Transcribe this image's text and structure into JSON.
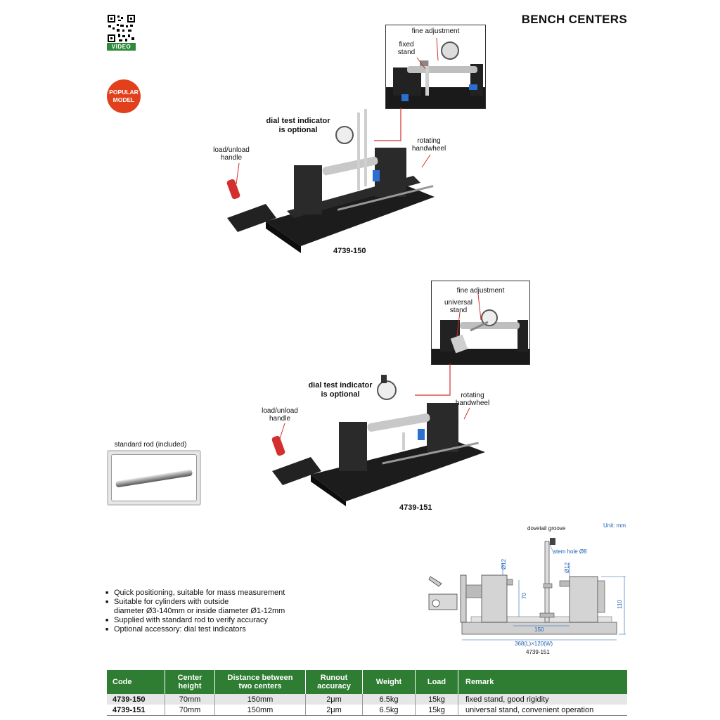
{
  "page_title": "BENCH CENTERS",
  "qr_label": "VIDEO",
  "badge": {
    "line1": "POPULAR",
    "line2": "MODEL"
  },
  "product1": {
    "model": "4739-150",
    "inset_fine_adjustment": "fine adjustment",
    "inset_stand_line1": "fixed",
    "inset_stand_line2": "stand",
    "dial_line1": "dial test indicator",
    "dial_line2": "is optional",
    "handle_line1": "load/unload",
    "handle_line2": "handle",
    "handwheel_line1": "rotating",
    "handwheel_line2": "handwheel"
  },
  "product2": {
    "model": "4739-151",
    "inset_fine_adjustment": "fine adjustment",
    "inset_stand_line1": "universal",
    "inset_stand_line2": "stand",
    "dial_line1": "dial test indicator",
    "dial_line2": "is optional",
    "handle_line1": "load/unload",
    "handle_line2": "handle",
    "handwheel_line1": "rotating",
    "handwheel_line2": "handwheel"
  },
  "standard_rod_label": "standard rod (included)",
  "features": [
    "Quick positioning, suitable for mass measurement",
    "Suitable for cylinders with outside",
    "diameter Ø3-140mm or inside diameter Ø1-12mm",
    "Supplied with standard rod to verify accuracy",
    "Optional accessory: dial test indicators"
  ],
  "drawing": {
    "unit": "Unit: mm",
    "dovetail": "dovetail groove",
    "stem_hole": "stem hole Ø8",
    "d12_left": "Ø12",
    "d12_right": "Ø12",
    "h70": "70",
    "h110": "110",
    "w150": "150",
    "overall": "368(L)×120(W)",
    "model": "4739-151"
  },
  "table": {
    "headers": {
      "code": "Code",
      "center_l1": "Center",
      "center_l2": "height",
      "dist_l1": "Distance between",
      "dist_l2": "two centers",
      "runout_l1": "Runout",
      "runout_l2": "accuracy",
      "weight": "Weight",
      "load": "Load",
      "remark": "Remark"
    },
    "rows": [
      {
        "code": "4739-150",
        "center_height": "70mm",
        "distance": "150mm",
        "runout": "2μm",
        "weight": "6.5kg",
        "load": "15kg",
        "remark": "fixed stand, good rigidity"
      },
      {
        "code": "4739-151",
        "center_height": "70mm",
        "distance": "150mm",
        "runout": "2μm",
        "weight": "6.5kg",
        "load": "15kg",
        "remark": "universal stand, convenient operation"
      }
    ]
  },
  "colors": {
    "green": "#2e7d32",
    "badge_red": "#e2401c",
    "red_line": "#d32f2f",
    "dim_blue": "#1b5fb0"
  }
}
